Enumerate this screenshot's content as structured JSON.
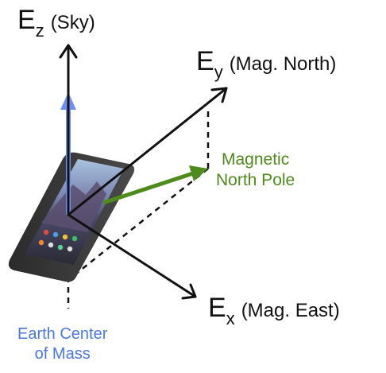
{
  "axes": {
    "z": {
      "letter": "E",
      "sub": "z",
      "desc": "(Sky)"
    },
    "y": {
      "letter": "E",
      "sub": "y",
      "desc": "(Mag. North)"
    },
    "x": {
      "letter": "E",
      "sub": "x",
      "desc": "(Mag. East)"
    }
  },
  "magnetic_pole": {
    "line1": "Magnetic",
    "line2": "North Pole"
  },
  "earth_center": {
    "line1": "Earth Center",
    "line2": "of Mass"
  },
  "colors": {
    "axis": "#111111",
    "sky_vector": "#6e8ff0",
    "magnetic_vector": "#4f8a1c",
    "gravity_label": "#4a78e0"
  }
}
